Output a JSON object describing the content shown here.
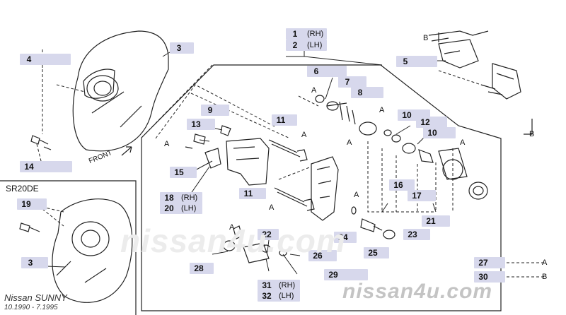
{
  "diagram": {
    "variant_label": "SR20DE",
    "front_label": "FRONT",
    "model_line1": "Nissan SUNNY",
    "model_line2": "10.1990 - 7.1995",
    "watermark": "nissan4u.com",
    "watermark_repeat": "nissan4u.com",
    "ref_A": "A",
    "ref_B": "B",
    "callouts": [
      {
        "num": "1",
        "side": "(RH)"
      },
      {
        "num": "2",
        "side": "(LH)"
      },
      {
        "num": "3",
        "side": ""
      },
      {
        "num": "3",
        "side": ""
      },
      {
        "num": "4",
        "side": ""
      },
      {
        "num": "5",
        "side": ""
      },
      {
        "num": "6",
        "side": ""
      },
      {
        "num": "7",
        "side": ""
      },
      {
        "num": "8",
        "side": ""
      },
      {
        "num": "9",
        "side": ""
      },
      {
        "num": "10",
        "side": ""
      },
      {
        "num": "10",
        "side": ""
      },
      {
        "num": "11",
        "side": ""
      },
      {
        "num": "11",
        "side": ""
      },
      {
        "num": "12",
        "side": ""
      },
      {
        "num": "13",
        "side": ""
      },
      {
        "num": "14",
        "side": ""
      },
      {
        "num": "15",
        "side": ""
      },
      {
        "num": "16",
        "side": ""
      },
      {
        "num": "17",
        "side": ""
      },
      {
        "num": "18",
        "side": "(RH)"
      },
      {
        "num": "20",
        "side": "(LH)"
      },
      {
        "num": "19",
        "side": ""
      },
      {
        "num": "21",
        "side": ""
      },
      {
        "num": "22",
        "side": ""
      },
      {
        "num": "23",
        "side": ""
      },
      {
        "num": "24",
        "side": ""
      },
      {
        "num": "25",
        "side": ""
      },
      {
        "num": "26",
        "side": ""
      },
      {
        "num": "27",
        "side": ""
      },
      {
        "num": "28",
        "side": ""
      },
      {
        "num": "29",
        "side": ""
      },
      {
        "num": "30",
        "side": ""
      },
      {
        "num": "31",
        "side": "(RH)"
      },
      {
        "num": "32",
        "side": "(LH)"
      }
    ]
  }
}
